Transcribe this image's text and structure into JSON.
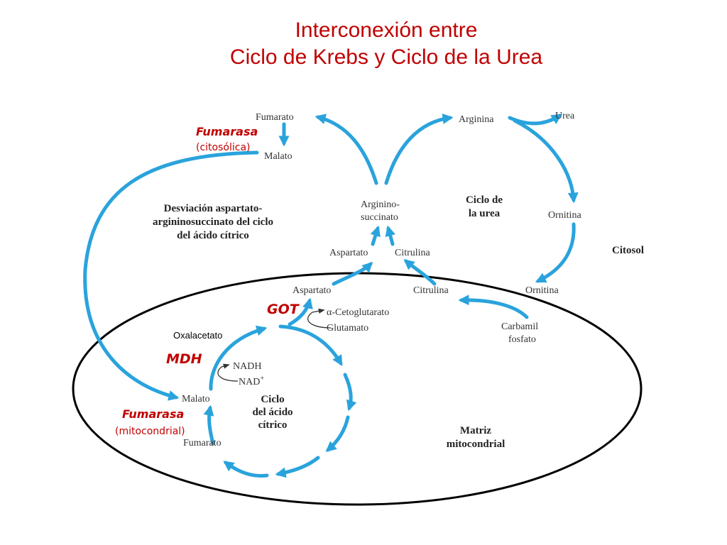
{
  "title": {
    "line1": "Interconexión entre",
    "line2": "Ciclo de Krebs y Ciclo de la Urea"
  },
  "metabolites": {
    "fumarato_cyto": "Fumarato",
    "malato_cyto": "Malato",
    "arginina": "Arginina",
    "urea": "Urea",
    "arginino_1": "Arginino-",
    "arginino_2": "succinato",
    "ornitina_cyto": "Ornitina",
    "aspartato_cyto": "Aspartato",
    "citrulina_cyto": "Citrulina",
    "aspartato_mito": "Aspartato",
    "citrulina_mito": "Citrulina",
    "ornitina_mito": "Ornitina",
    "a_ceto": "α-Cetoglutarato",
    "glutamato": "Glutamato",
    "carbamil_1": "Carbamil",
    "carbamil_2": "fosfato",
    "oxalacetato": "Oxalacetato",
    "nadh": "NADH",
    "nad": "NAD",
    "nad_sup": "+",
    "malato_mito": "Malato",
    "fumarato_mito": "Fumarato"
  },
  "regions": {
    "ciclo_urea_1": "Ciclo de",
    "ciclo_urea_2": "la urea",
    "citosol": "Citosol",
    "desviacion_1": "Desviación aspartato-",
    "desviacion_2": "argininosuccinato del ciclo",
    "desviacion_3": "del ácido cítrico",
    "ciclo_krebs_1": "Ciclo",
    "ciclo_krebs_2": "del ácido",
    "ciclo_krebs_3": "cítrico",
    "matriz_1": "Matriz",
    "matriz_2": "mitocondrial"
  },
  "enzymes": {
    "fumarasa_cyto": "Fumarasa",
    "fumarasa_cyto_note": "(citosólica)",
    "got": "GOT",
    "mdh": "MDH",
    "fumarasa_mito": "Fumarasa",
    "fumarasa_mito_note": "(mitocondrial)"
  },
  "colors": {
    "title": "#c00000",
    "enzyme": "#c00000",
    "arrow": "#2aa3dc",
    "membrane": "#000000"
  }
}
